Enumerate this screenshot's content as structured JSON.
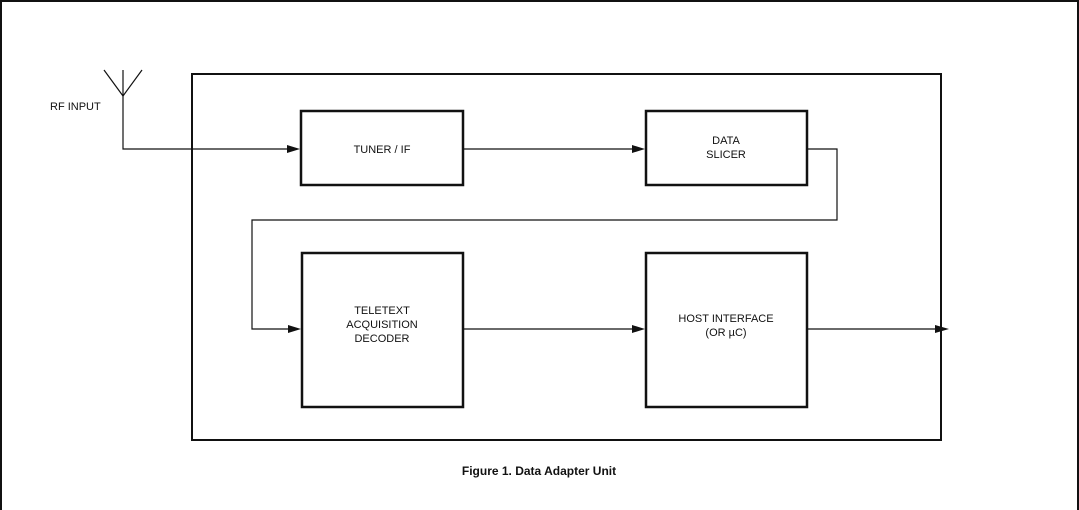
{
  "diagram": {
    "rf_input_label": "RF INPUT",
    "blocks": {
      "tuner": [
        "TUNER / IF"
      ],
      "slicer": [
        "DATA",
        "SLICER"
      ],
      "decoder": [
        "TELETEXT",
        "ACQUISITION",
        "DECODER"
      ],
      "host": [
        "HOST INTERFACE",
        "(OR µC)"
      ]
    },
    "caption": "Figure 1.  Data Adapter Unit"
  }
}
